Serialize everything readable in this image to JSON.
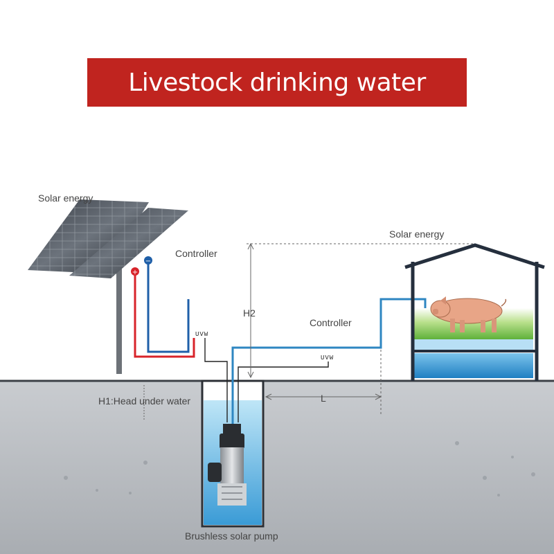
{
  "title": "Livestock drinking water",
  "labels": {
    "solar_energy_left": "Solar energy",
    "solar_energy_right": "Solar energy",
    "controller_left": "Controller",
    "controller_right": "Controller",
    "h2": "H2",
    "h1": "H1:Head under water",
    "l": "L",
    "pump": "Brushless solar pump",
    "uvw_1": "UVW",
    "uvw_2": "UVW",
    "plus": "+",
    "minus": "−"
  },
  "colors": {
    "banner": "#c0241f",
    "positive_wire": "#d8232a",
    "negative_wire": "#1f5fa8",
    "water_pipe": "#2e86c1",
    "ground": "#bfc3c7",
    "water": "#4aa3d8",
    "grass": "#6fbf3c"
  },
  "icons": [
    "solar-panel-icon",
    "pig-icon",
    "submersible-pump-icon",
    "barn-icon"
  ]
}
